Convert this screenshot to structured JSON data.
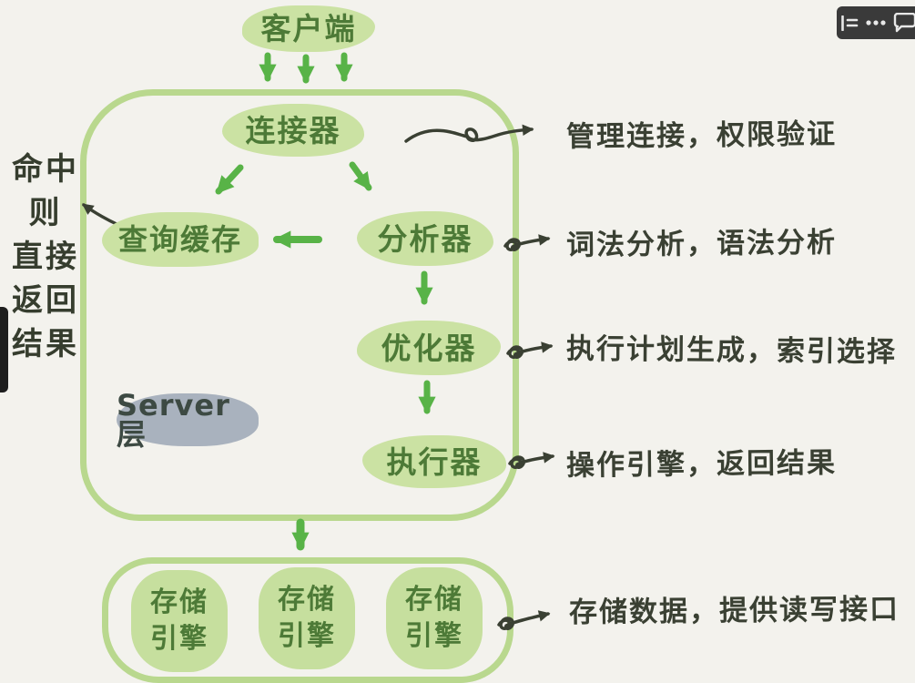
{
  "colors": {
    "background": "#f3f2ed",
    "bubble_fill": "#cbe2a3",
    "bubble_text": "#4d7a37",
    "arrow_green": "#58b347",
    "frame_green": "#b9d88e",
    "ink": "#3a4033",
    "server_label_fill": "#a9b2be",
    "toolbar_bg": "#3a3a3a"
  },
  "toolbar": {
    "icons": [
      "outline-icon",
      "more-options-icon",
      "comment-icon"
    ]
  },
  "diagram": {
    "nodes": {
      "client": "客户端",
      "connector": "连接器",
      "query_cache": "查询缓存",
      "analyzer": "分析器",
      "optimizer": "优化器",
      "executor": "执行器",
      "server_layer": "Server层"
    },
    "storage_engines": [
      {
        "line1": "存储",
        "line2": "引擎"
      },
      {
        "line1": "存储",
        "line2": "引擎"
      },
      {
        "line1": "存储",
        "line2": "引擎"
      }
    ],
    "annotations": {
      "connector": "管理连接，权限验证",
      "analyzer": "词法分析，语法分析",
      "optimizer": "执行计划生成，索引选择",
      "executor": "操作引擎，返回结果",
      "storage": "存储数据，提供读写接口"
    },
    "side_note": {
      "lines": [
        "命中",
        "则",
        "直接",
        "返回",
        "结果"
      ]
    }
  }
}
